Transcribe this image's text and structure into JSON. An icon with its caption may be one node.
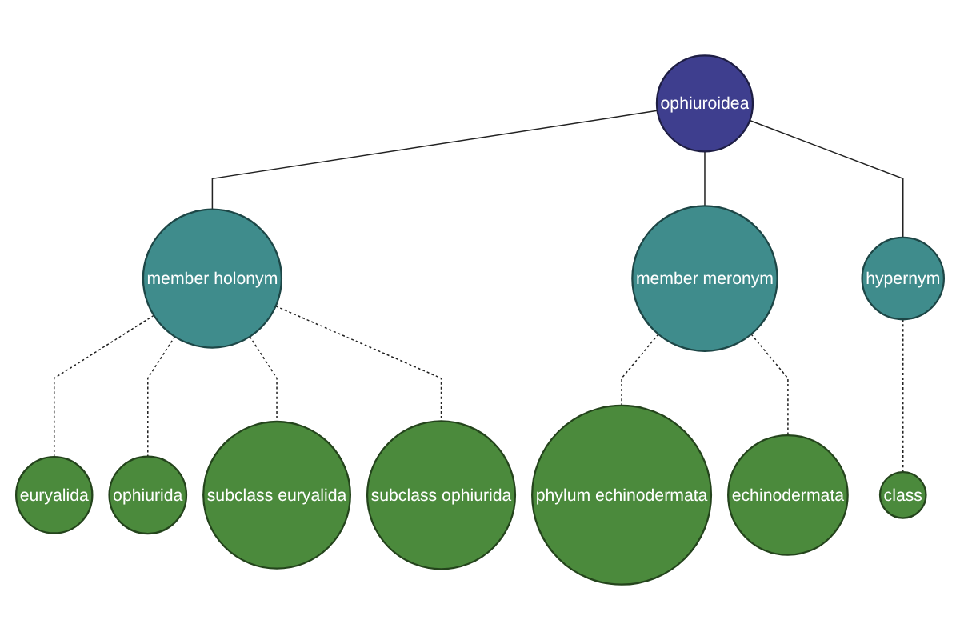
{
  "diagram": {
    "nodes": [
      {
        "text": [
          "euryalida"
        ]
      },
      {
        "text": [
          "ophiurida"
        ]
      },
      {
        "text": [
          "phylum echinodermata"
        ]
      },
      {
        "text": [
          "subclass euryalida"
        ]
      },
      {
        "text": [
          "member holonym"
        ]
      },
      {
        "text": [
          "member meronym"
        ]
      },
      {
        "text": [
          "echinodermata"
        ]
      },
      {
        "text": [
          "ophiuroidea"
        ]
      },
      {
        "text": [
          "subclass ophiurida"
        ]
      },
      {
        "text": [
          "hypernym"
        ]
      },
      {
        "text": [
          "class"
        ]
      }
    ],
    "edges": [
      {
        "from": 7,
        "to": 4,
        "arrow": "none"
      },
      {
        "from": 7,
        "to": 5,
        "arrow": "none"
      },
      {
        "from": 7,
        "to": 9,
        "arrow": "none"
      },
      {
        "from": 4,
        "to": 0,
        "arrow": "none",
        "style": "dashed"
      },
      {
        "from": 4,
        "to": 1,
        "arrow": "none",
        "style": "dashed"
      },
      {
        "from": 4,
        "to": 3,
        "arrow": "none",
        "style": "dashed"
      },
      {
        "from": 4,
        "to": 8,
        "arrow": "none",
        "style": "dashed"
      },
      {
        "from": 5,
        "to": 2,
        "arrow": "none",
        "style": "dashed"
      },
      {
        "from": 5,
        "to": 6,
        "arrow": "none",
        "style": "dashed"
      },
      {
        "from": 9,
        "to": 10,
        "arrow": "none",
        "style": "dashed"
      }
    ]
  }
}
